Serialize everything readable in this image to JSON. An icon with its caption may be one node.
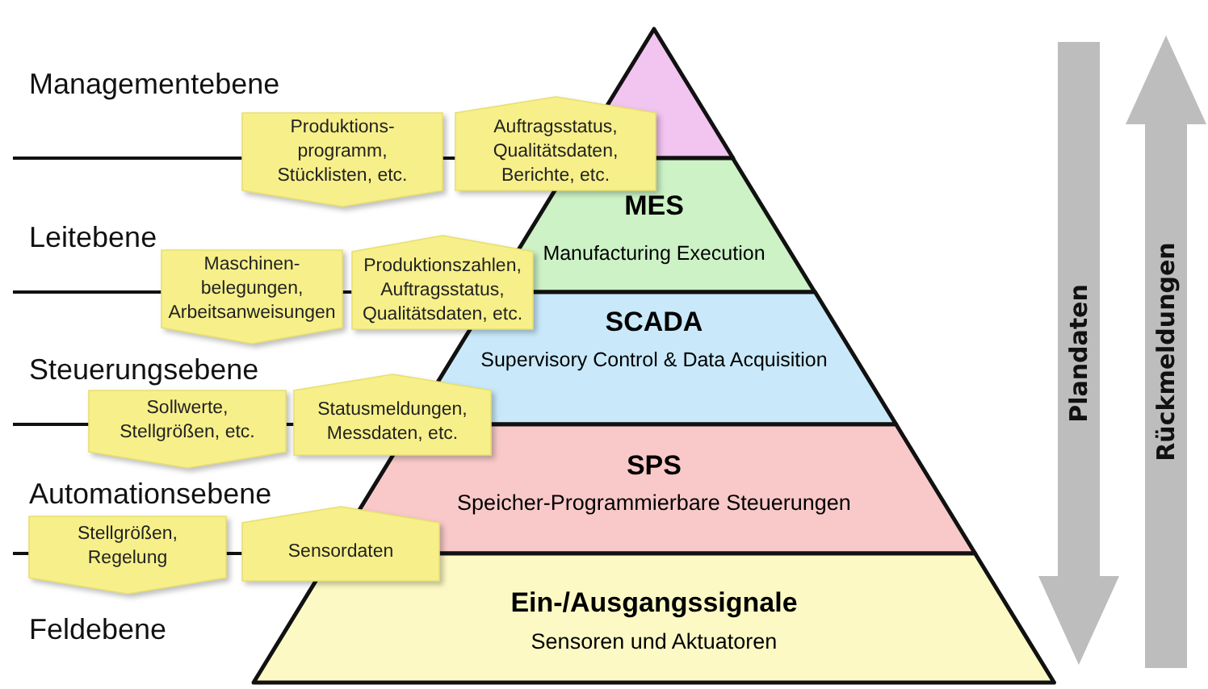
{
  "diagram": {
    "nodes": [
      {
        "text": [],
        "shape": "triangle"
      },
      {
        "text": [
          "MES",
          "Manufacturing Execution"
        ]
      },
      {
        "text": [
          "SCADA",
          "Supervisory Control & Data Acquisition"
        ]
      },
      {
        "text": [
          "SPS",
          "Speicher-Programmierbare Steuerungen"
        ]
      },
      {
        "text": [
          "Ein-/Ausgangssignale",
          "Sensoren und Aktuatoren"
        ]
      },
      {
        "text": [
          "Produktions- programm, Stücklisten, etc."
        ]
      },
      {
        "text": [
          "Auftragsstatus, Qualitätsdaten, Berichte, etc."
        ]
      },
      {
        "text": [
          "Maschinen- belegungen, Arbeitsanweisungen"
        ]
      },
      {
        "text": [
          "Produktionszahlen, Auftragsstatus, Qualitätsdaten, etc."
        ]
      },
      {
        "text": [
          "Sollwerte, Stellgrößen, etc."
        ]
      },
      {
        "text": [
          "Statusmeldungen, Messdaten, etc."
        ]
      },
      {
        "text": [
          "Stellgrößen, Regelung"
        ]
      },
      {
        "text": [
          "Sensordaten"
        ]
      },
      {
        "text": [
          "Plandaten"
        ]
      },
      {
        "text": [
          "Rückmeldungen"
        ]
      }
    ],
    "labels": [
      "Managementebene",
      "Leitebene",
      "Steuerungsebene",
      "Automationsebene",
      "Feldebene"
    ]
  }
}
